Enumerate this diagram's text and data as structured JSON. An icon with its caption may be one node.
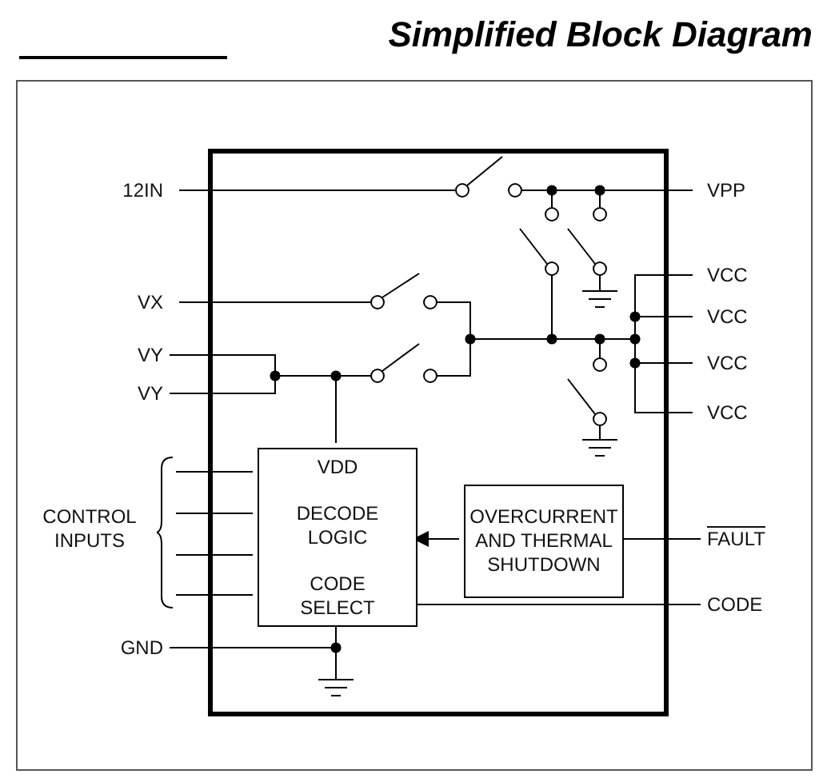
{
  "diagram": {
    "title": "Simplified Block Diagram",
    "nodes": [
      {
        "text": [],
        "shape": "box"
      },
      {
        "text": [
          "VDD",
          "DECODE LOGIC",
          "CODE SELECT"
        ],
        "in": 0
      },
      {
        "text": [
          "OVERCURRENT AND THERMAL SHUTDOWN"
        ],
        "in": 0
      },
      {
        "text": [
          "12IN"
        ]
      },
      {
        "text": [
          "VX"
        ]
      },
      {
        "text": [
          "VY"
        ]
      },
      {
        "text": [
          "VY"
        ]
      },
      {
        "text": [
          "GND"
        ]
      },
      {
        "text": [
          "VPP"
        ]
      },
      {
        "text": [
          "VCC"
        ]
      },
      {
        "text": [
          "VCC"
        ]
      },
      {
        "text": [
          "VCC"
        ]
      },
      {
        "text": [
          "VCC"
        ]
      },
      {
        "text": [
          "FAULT"
        ]
      },
      {
        "text": [
          "CODE"
        ]
      },
      {
        "text": [
          "CONTROL INPUTS"
        ]
      }
    ],
    "edges": [
      {
        "from": 5,
        "to": 1,
        "arrow": "none"
      },
      {
        "from": 6,
        "to": 1,
        "arrow": "none"
      },
      {
        "from": 15,
        "to": 1,
        "arrow": "none"
      },
      {
        "from": 15,
        "to": 1,
        "arrow": "none"
      },
      {
        "from": 15,
        "to": 1,
        "arrow": "none"
      },
      {
        "from": 15,
        "to": 1,
        "arrow": "none"
      },
      {
        "from": 7,
        "to": 1,
        "arrow": "none"
      },
      {
        "from": 2,
        "to": 1,
        "arrow": "to"
      },
      {
        "from": 2,
        "to": 13,
        "arrow": "none"
      },
      {
        "from": 1,
        "to": 14,
        "arrow": "none"
      }
    ]
  }
}
